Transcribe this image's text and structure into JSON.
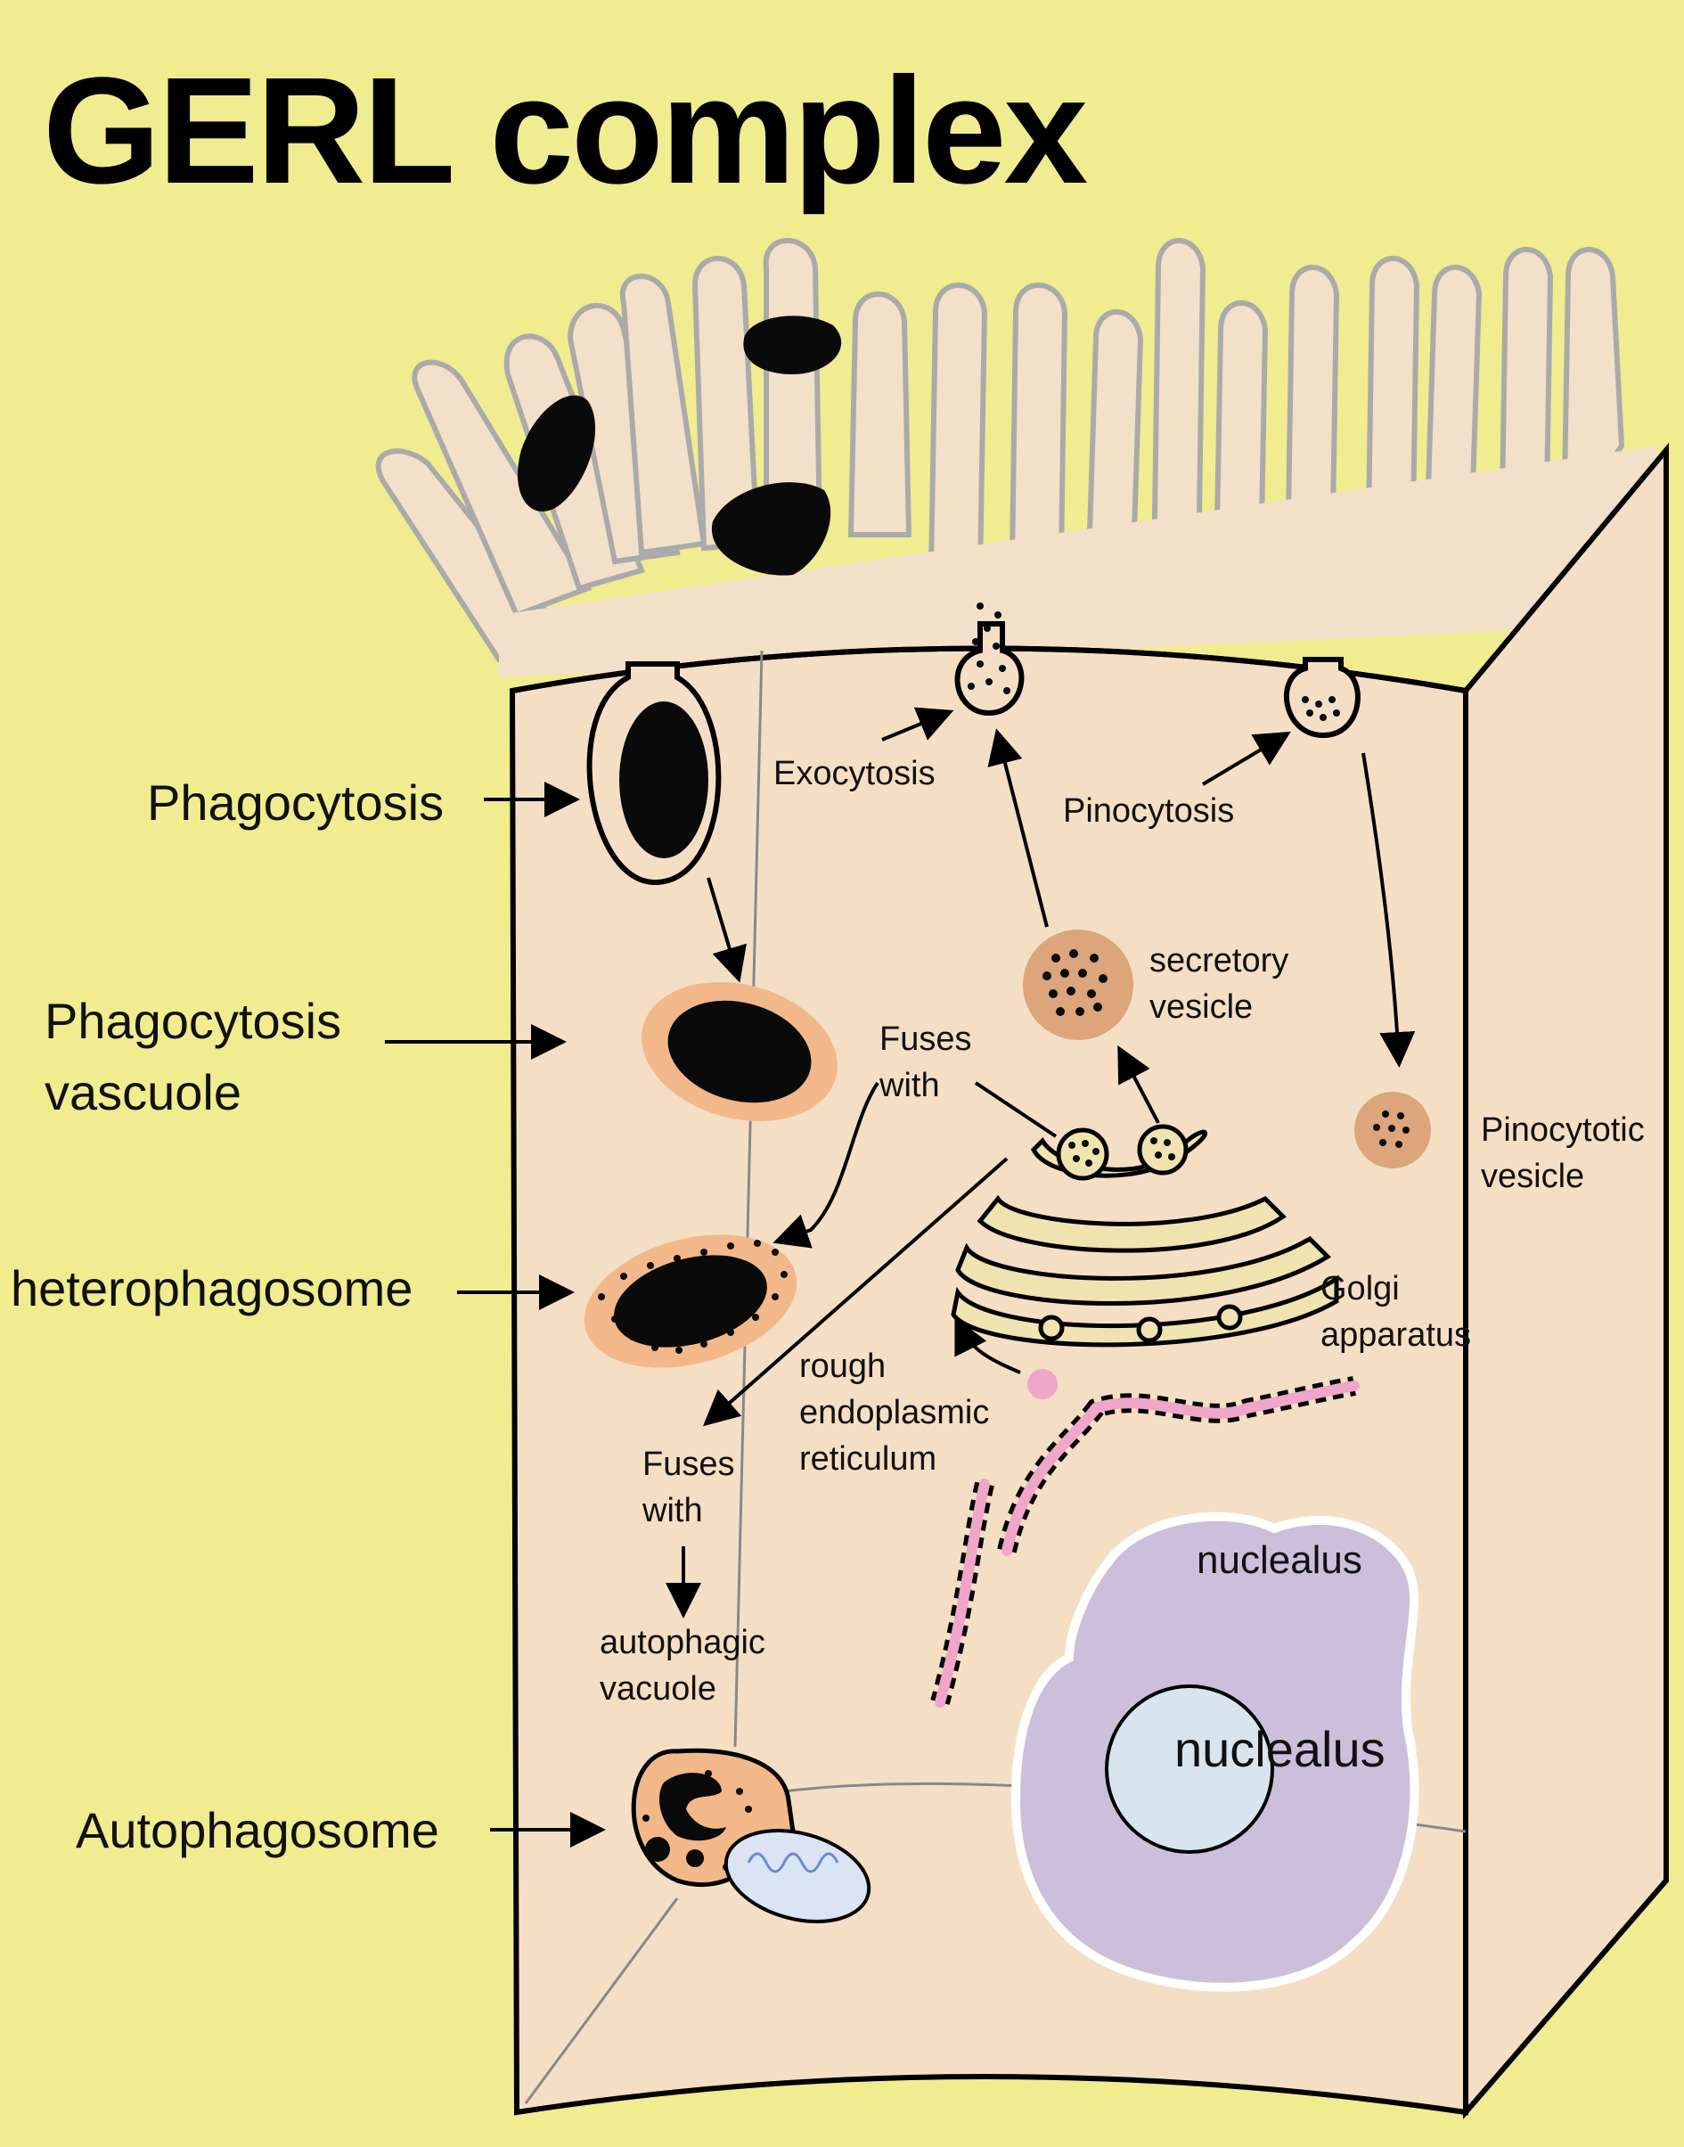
{
  "title": "GERL complex",
  "labels": {
    "phagocytosis": "Phagocytosis",
    "phagocytosis_vacuole_1": "Phagocytosis",
    "phagocytosis_vacuole_2": "vascuole",
    "heterophagosome": "heterophagosome",
    "autophagosome": "Autophagosome",
    "exocytosis": "Exocytosis",
    "pinocytosis": "Pinocytosis",
    "secretory_vesicle_1": "secretory",
    "secretory_vesicle_2": "vesicle",
    "pinocytotic_vesicle_1": "Pinocytotic",
    "pinocytotic_vesicle_2": "vesicle",
    "fuses_with_upper_1": "Fuses",
    "fuses_with_upper_2": "with",
    "fuses_with_lower_1": "Fuses",
    "fuses_with_lower_2": "with",
    "golgi_1": "Golgi",
    "golgi_2": "apparatus",
    "rough_er_1": "rough",
    "rough_er_2": "endoplasmic",
    "rough_er_3": "reticulum",
    "autophagic_vacuole_1": "autophagic",
    "autophagic_vacuole_2": "vacuole",
    "nucleus_label": "nuclealus",
    "nucleolus_label": "nuclealus"
  },
  "colors": {
    "background": "#f0ec90",
    "cell": "#f5dfc4",
    "microvilli": "#f2e0c8",
    "particle": "#0a0a0a",
    "vacuole_halo": "#f3b88a",
    "vesicle": "#dca57c",
    "golgi": "#efe4b0",
    "rough_er": "#efa6c8",
    "nucleus": "#cbbfdc",
    "nucleolus": "#d8e4ee",
    "mitochondrion": "#dbe4f2"
  }
}
